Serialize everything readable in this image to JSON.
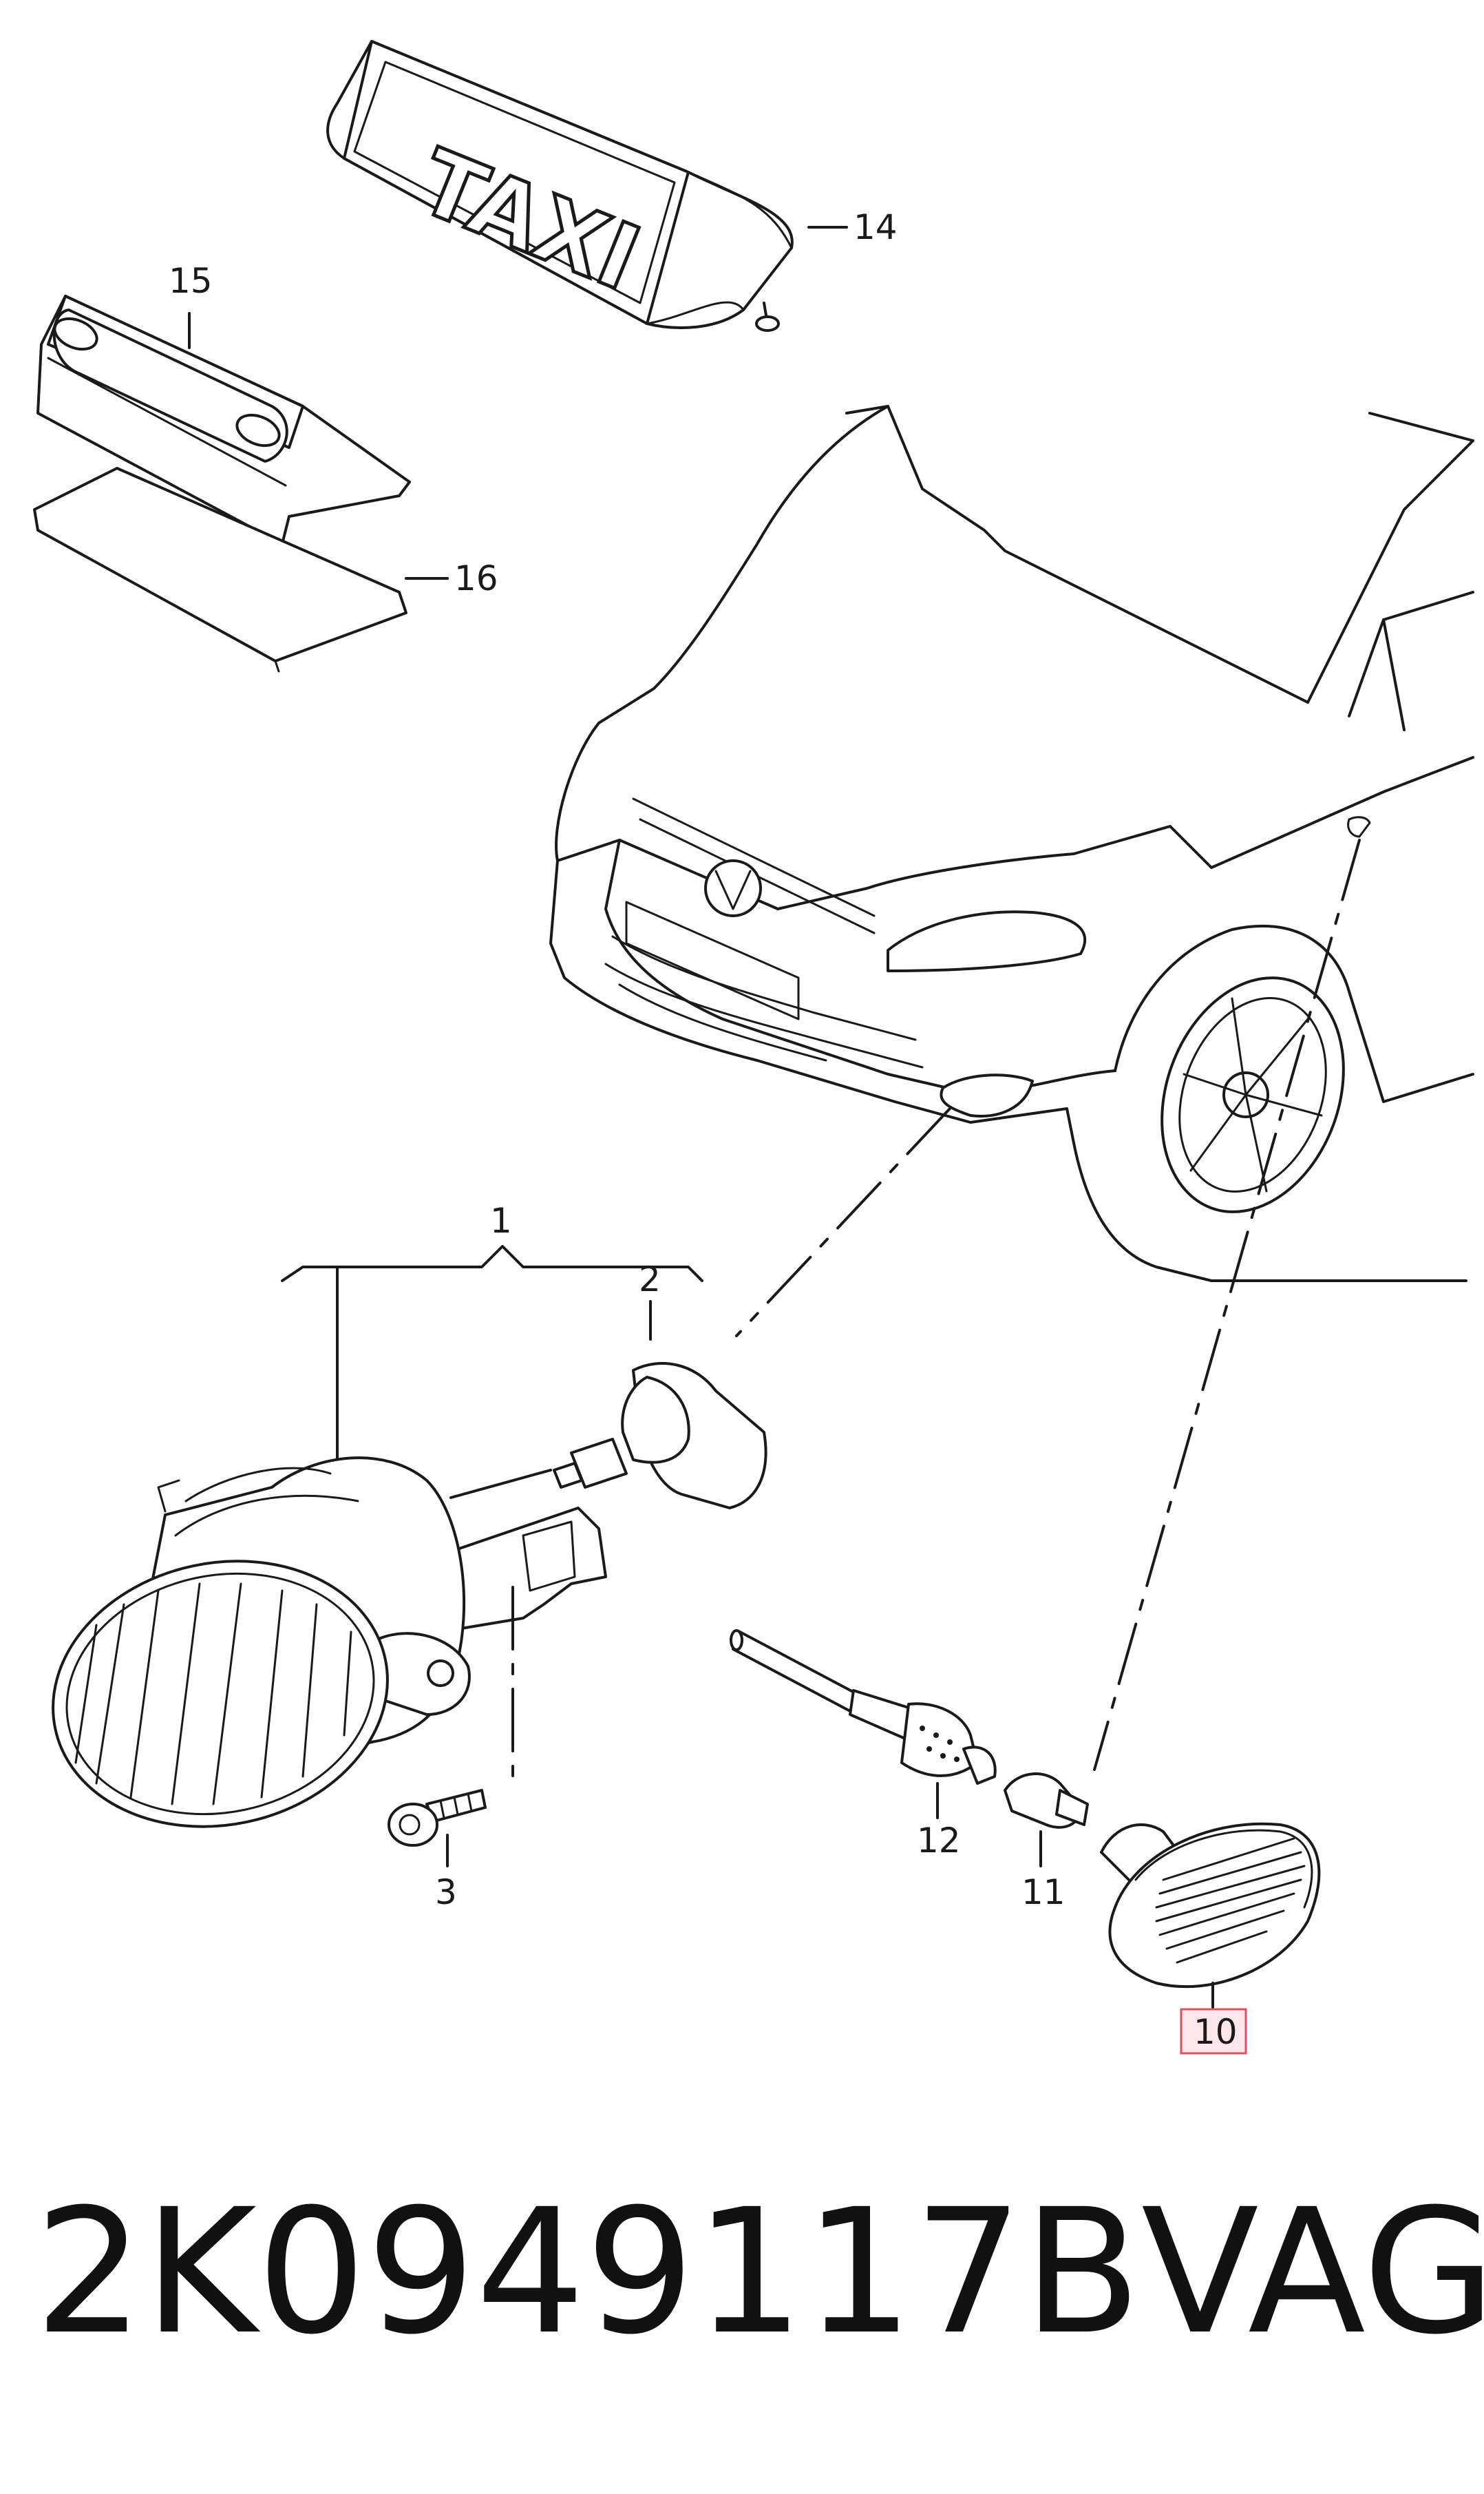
{
  "callouts": {
    "c1": "1",
    "c2": "2",
    "c3": "3",
    "c10": "10",
    "c11": "11",
    "c12": "12",
    "c14": "14",
    "c15": "15",
    "c16": "16"
  },
  "taxi_sign_text": "TAXI",
  "highlight_color": "#e05060",
  "footer": {
    "part_number": "2K0949117B",
    "brand": "VAG"
  }
}
